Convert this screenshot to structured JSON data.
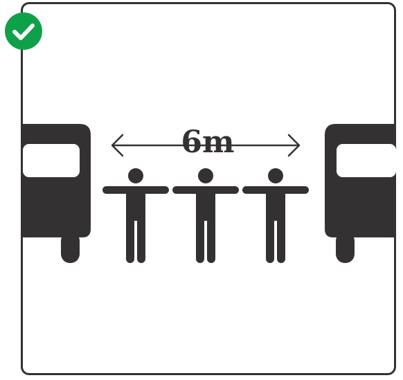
{
  "sign": {
    "distance_label": "6m",
    "person_count": 3,
    "status": "approved"
  },
  "icons": {
    "badge": "check-circle-icon",
    "vehicle_left": "bus-front-icon",
    "vehicle_right": "bus-front-icon",
    "person": "person-arms-out-icon",
    "arrow": "double-arrow-icon"
  },
  "colors": {
    "ink": "#333132",
    "badge_green": "#0fa14a",
    "background": "#ffffff"
  }
}
